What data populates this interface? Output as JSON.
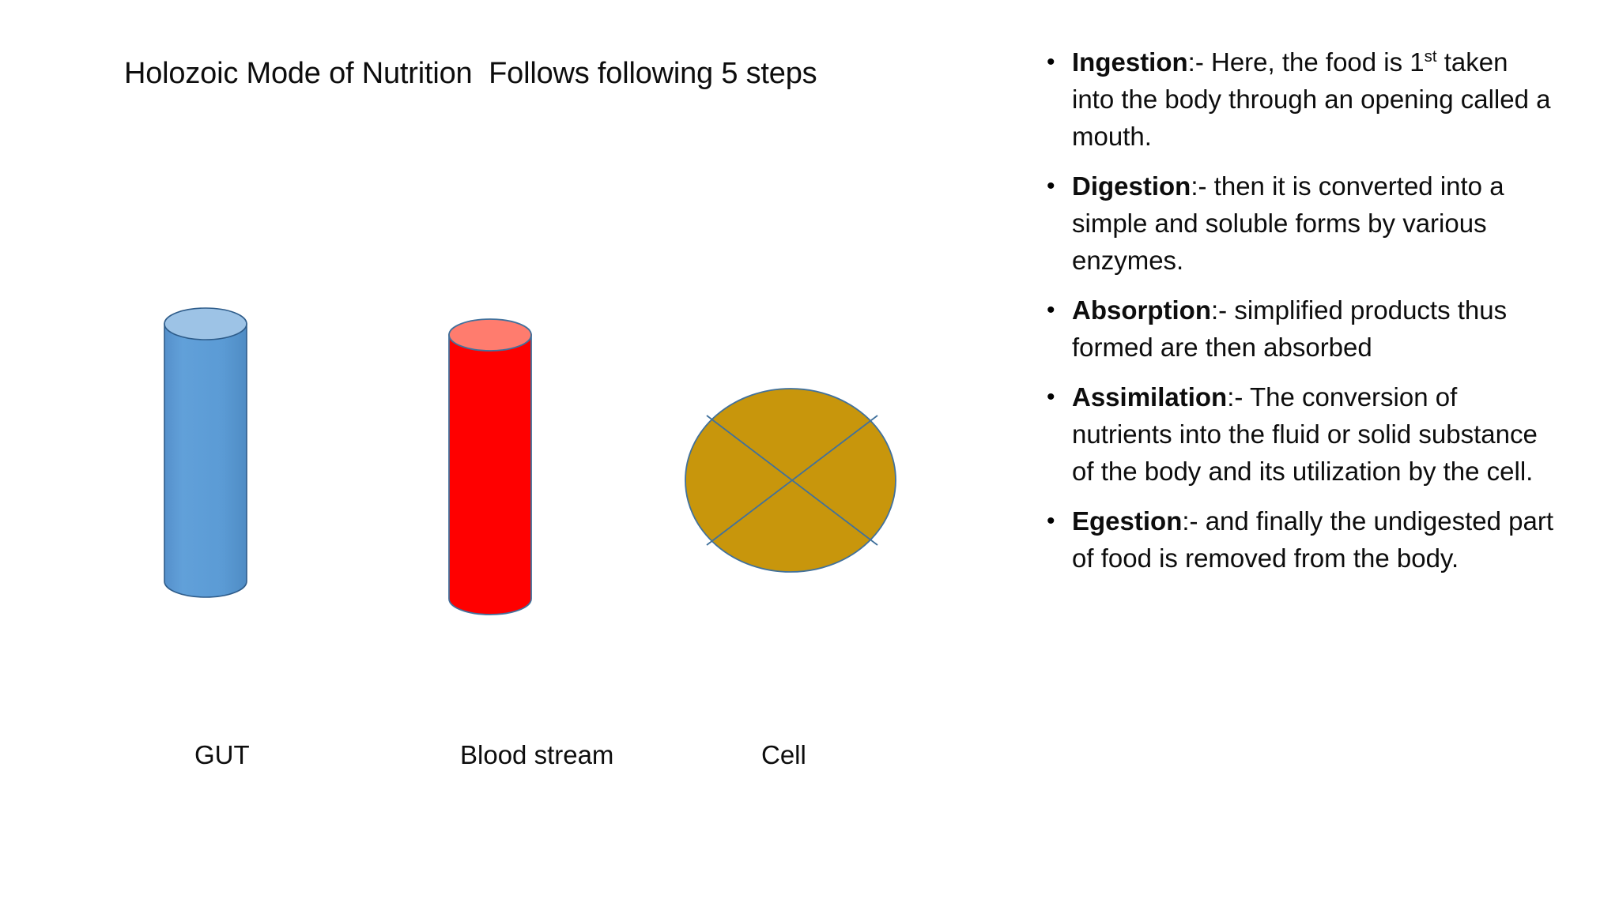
{
  "slide": {
    "title": "Holozoic Mode of Nutrition  Follows following 5 steps",
    "background_color": "#FFFFFF",
    "text_color": "#0D0D0D"
  },
  "diagram": {
    "shapes": [
      {
        "name": "gut-cylinder",
        "type": "cylinder",
        "label": "GUT",
        "body_color": "#5B9BD5",
        "top_color": "#9DC3E6",
        "outline_color": "#2E5C8A"
      },
      {
        "name": "blood-cylinder",
        "type": "cylinder",
        "label": "Blood stream",
        "body_color": "#FF0000",
        "top_color": "#FF7C6E",
        "outline_color": "#41719C"
      },
      {
        "name": "cell-ellipse",
        "type": "pie-ellipse",
        "label": "Cell",
        "body_color": "#C8960C",
        "outline_color": "#41719C",
        "segments": 4
      }
    ]
  },
  "bullets": {
    "marker": "•",
    "items": [
      {
        "term": "Ingestion",
        "separator": ":- ",
        "body_before_sup": "Here, the food is 1",
        "sup": "st",
        "body_after_sup": " taken into the body through an opening called a mouth."
      },
      {
        "term": "Digestion",
        "separator": ":- ",
        "body": "then it is converted into a simple and soluble forms by various enzymes."
      },
      {
        "term": "Absorption",
        "separator": ":- ",
        "body": "simplified products thus formed are then absorbed"
      },
      {
        "term": "Assimilation",
        "separator": ":- ",
        "body": "The conversion of nutrients into the fluid or solid substance of the body and its utilization by the cell."
      },
      {
        "term": "Egestion",
        "separator": ":- ",
        "body": "and finally the undigested part of food is removed from the body."
      }
    ]
  }
}
